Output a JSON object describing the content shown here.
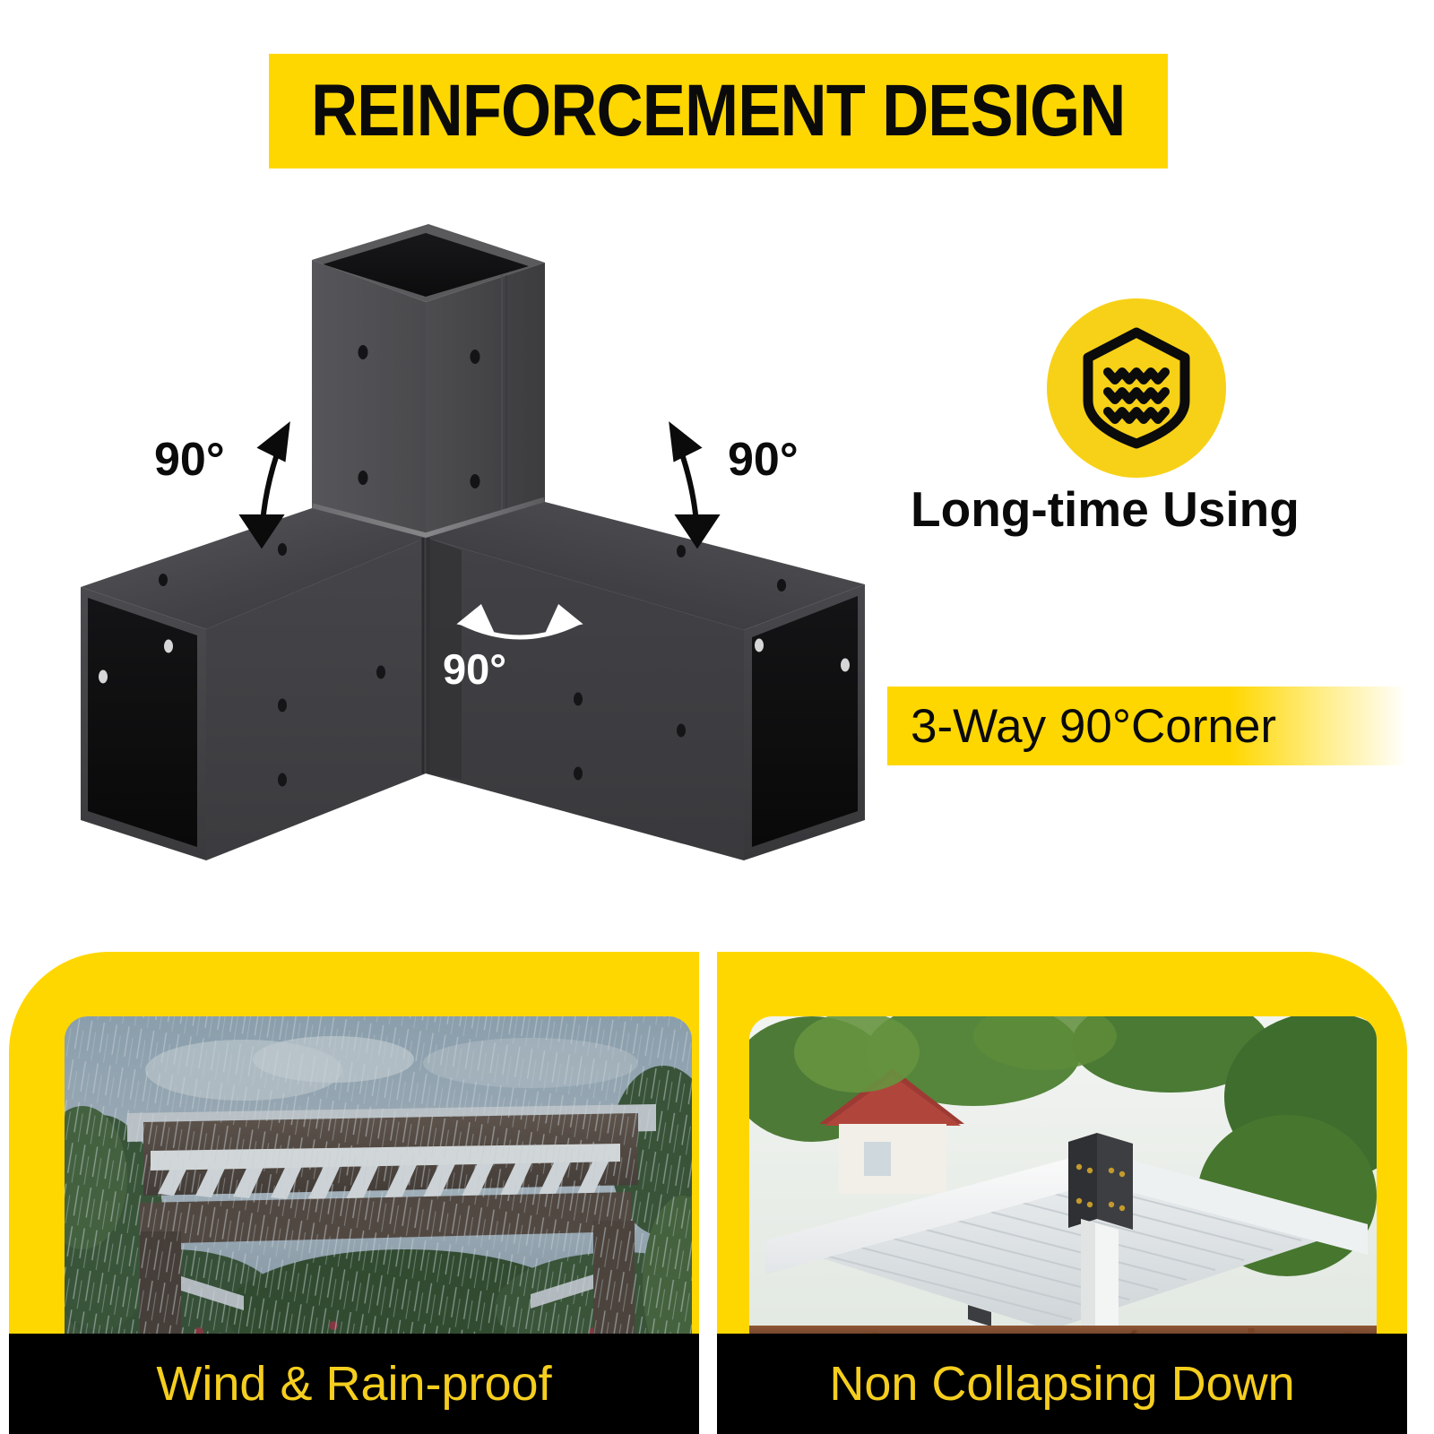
{
  "header": {
    "title": "REINFORCEMENT DESIGN",
    "banner_color": "#FFD700",
    "text_color": "#0A0A0A"
  },
  "product": {
    "name": "3-way 90-degree pergola corner bracket",
    "finish_color": "#4A4A4C",
    "annotations": [
      {
        "id": "angle-left",
        "label": "90°",
        "color": "#0B0B0B"
      },
      {
        "id": "angle-right",
        "label": "90°",
        "color": "#0B0B0B"
      },
      {
        "id": "angle-center",
        "label": "90°",
        "color": "#FFFFFF"
      }
    ]
  },
  "features": {
    "badge_icon": "shield-waves-icon",
    "badge_bg": "#F7D117",
    "heading": "Long-time Using",
    "corner_bar": {
      "label": "3-Way 90°Corner",
      "color": "#FFD700"
    }
  },
  "cards": [
    {
      "id": "wind-rain-proof",
      "caption": "Wind & Rain-proof",
      "caption_color": "#F5CE1E",
      "caption_bg": "#000000",
      "photo_alt": "pergola with louvered roof in heavy rain"
    },
    {
      "id": "non-collapsing-down",
      "caption": "Non Collapsing Down",
      "caption_color": "#F5CE1E",
      "caption_bg": "#000000",
      "photo_alt": "white louvered pergola with black corner brackets in a garden"
    }
  ]
}
